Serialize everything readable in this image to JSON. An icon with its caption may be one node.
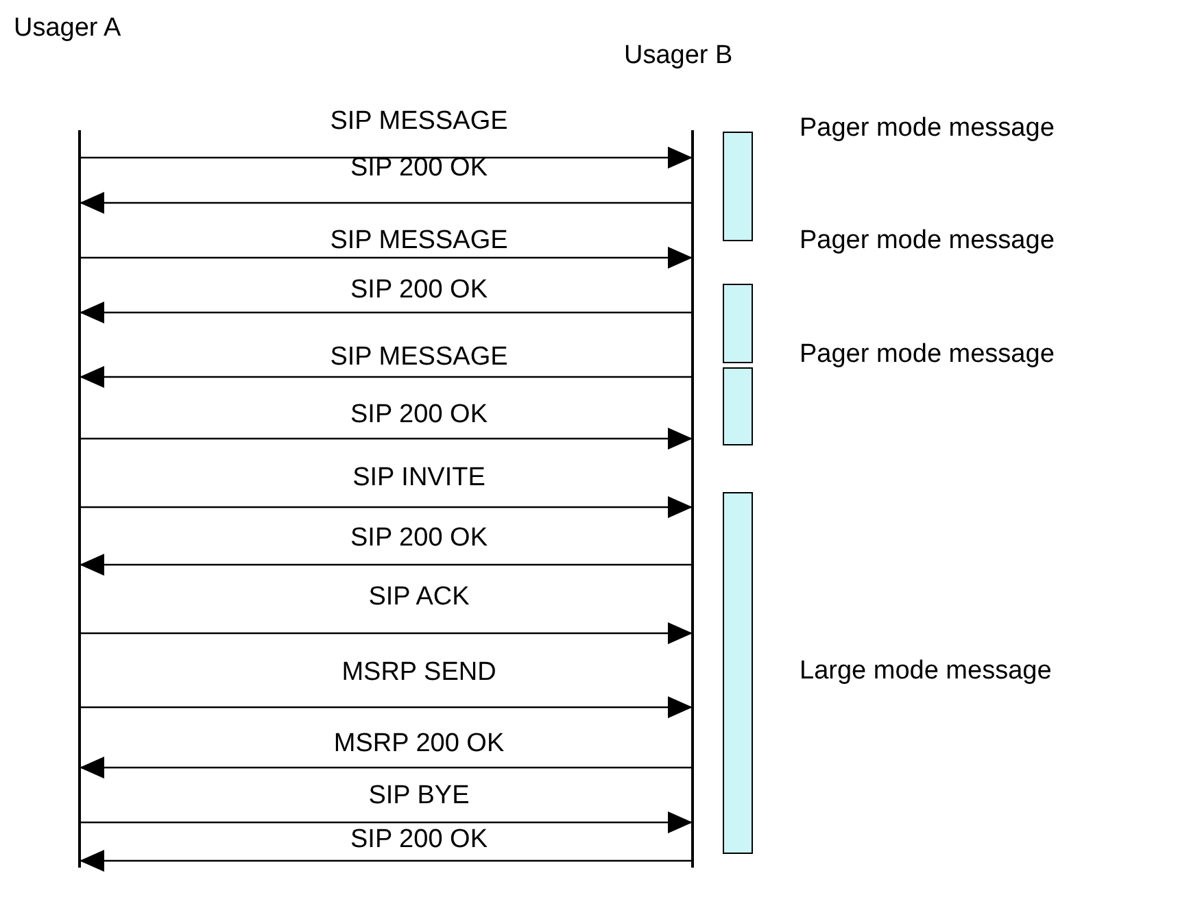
{
  "diagram": {
    "nodes": [
      {
        "text": [
          "Usager A"
        ]
      },
      {
        "text": [
          "Usager B"
        ]
      },
      {
        "text": [],
        "shape": "line"
      },
      {
        "text": [],
        "shape": "line"
      },
      {
        "text": [],
        "shape": "bar",
        "beside": [
          "Pager mode message"
        ]
      },
      {
        "text": [],
        "shape": "bar",
        "beside": [
          "Pager mode message"
        ]
      },
      {
        "text": [],
        "shape": "bar",
        "beside": [
          "Pager mode message"
        ]
      },
      {
        "text": [],
        "shape": "bar",
        "beside": [
          "Large mode message"
        ]
      }
    ],
    "edges": [
      {
        "from": 2,
        "to": 3,
        "arrow": "to",
        "label": "SIP MESSAGE"
      },
      {
        "from": 3,
        "to": 2,
        "arrow": "to",
        "label": "SIP 200 OK"
      },
      {
        "from": 2,
        "to": 3,
        "arrow": "to",
        "label": "SIP MESSAGE"
      },
      {
        "from": 3,
        "to": 2,
        "arrow": "to",
        "label": "SIP 200 OK"
      },
      {
        "from": 3,
        "to": 2,
        "arrow": "to",
        "label": "SIP MESSAGE"
      },
      {
        "from": 2,
        "to": 3,
        "arrow": "to",
        "label": "SIP 200 OK"
      },
      {
        "from": 2,
        "to": 3,
        "arrow": "to",
        "label": "SIP INVITE"
      },
      {
        "from": 3,
        "to": 2,
        "arrow": "to",
        "label": "SIP 200 OK"
      },
      {
        "from": 2,
        "to": 3,
        "arrow": "to",
        "label": "SIP ACK"
      },
      {
        "from": 2,
        "to": 3,
        "arrow": "to",
        "label": "MSRP SEND"
      },
      {
        "from": 3,
        "to": 2,
        "arrow": "to",
        "label": "MSRP 200 OK"
      },
      {
        "from": 2,
        "to": 3,
        "arrow": "to",
        "label": "SIP BYE"
      },
      {
        "from": 3,
        "to": 2,
        "arrow": "to",
        "label": "SIP 200 OK"
      }
    ]
  }
}
